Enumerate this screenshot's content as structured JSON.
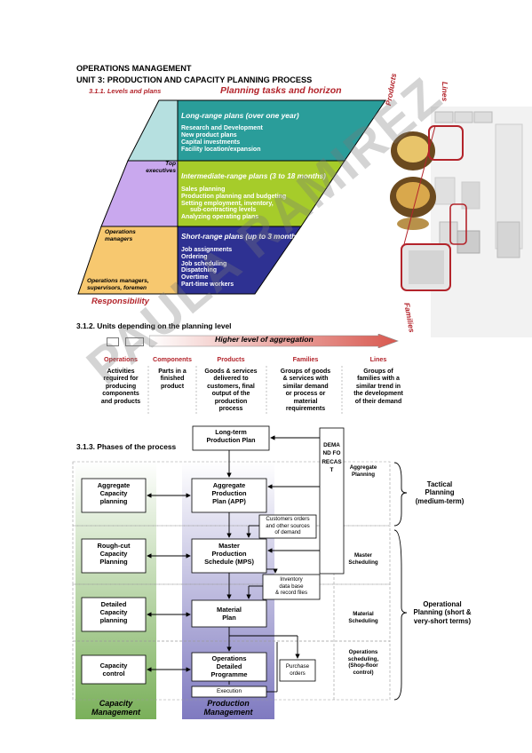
{
  "header": {
    "course": "OPERATIONS MANAGEMENT",
    "unit": "UNIT 3: PRODUCTION AND CAPACITY PLANNING PROCESS"
  },
  "section1": {
    "title": "3.1.1. Levels and plans",
    "horizon_title": "Planning tasks and horizon",
    "responsibility": "Responsibility",
    "levels": [
      {
        "role": [
          "Top",
          "executives"
        ],
        "plan": "Long-range plans (over one year)",
        "tasks": [
          "Research and Development",
          "New product plans",
          "Capital investments",
          "Facility location/expansion"
        ]
      },
      {
        "role": [
          "Operations",
          "managers"
        ],
        "plan": "Intermediate-range plans  (3 to 18 months)",
        "tasks": [
          "Sales planning",
          "Production planning and budgeting",
          "Setting employment, inventory,",
          "sub-contracting levels",
          "Analyzing operating plans"
        ]
      },
      {
        "role": [
          "Operations managers,",
          "supervisors, foremen"
        ],
        "plan": "Short-range plans (up to 3 months)",
        "tasks": [
          "Job assignments",
          "Ordering",
          "Job scheduling",
          "Dispatching",
          "Overtime",
          "Part-time workers"
        ]
      }
    ],
    "photo_labels": {
      "products": "Products",
      "lines": "Lines",
      "families": "Families"
    }
  },
  "section2": {
    "title": "3.1.2. Units depending on the planning level",
    "arrow_label": "Higher level of aggregation",
    "units": [
      {
        "name": "Operations",
        "desc": [
          "Activities",
          "required for",
          "producing",
          "components",
          "and products"
        ]
      },
      {
        "name": "Components",
        "desc": [
          "Parts in a",
          "finished",
          "product"
        ]
      },
      {
        "name": "Products",
        "desc": [
          "Goods & services",
          "delivered to",
          "customers, final",
          "output of the",
          "production",
          "process"
        ]
      },
      {
        "name": "Families",
        "desc": [
          "Groups of goods",
          "& services with",
          "similar demand",
          "or process or",
          "material",
          "requirements"
        ]
      },
      {
        "name": "Lines",
        "desc": [
          "Groups of",
          "families with a",
          "similar trend in",
          "the development",
          "of their demand"
        ]
      }
    ]
  },
  "section3": {
    "title": "3.1.3. Phases of the process",
    "long_term": [
      "Long-term",
      "Production Plan"
    ],
    "demand_forecast": "DEMAND FORECAST",
    "capacity_boxes": [
      [
        "Aggregate",
        "Capacity",
        "planning"
      ],
      [
        "Rough-cut",
        "Capacity",
        "Planning"
      ],
      [
        "Detailed",
        "Capacity",
        "planning"
      ],
      [
        "Capacity",
        "control"
      ]
    ],
    "production_boxes": [
      [
        "Aggregate",
        "Production",
        "Plan (APP)"
      ],
      [
        "Master",
        "Production",
        "Schedule (MPS)"
      ],
      [
        "Material",
        "Plan"
      ],
      [
        "Operations",
        "Detailed",
        "Programme"
      ]
    ],
    "execution": "Execution",
    "customers_orders": [
      "Customers orders",
      "and other sources",
      "of demand"
    ],
    "inventory": [
      "Inventory",
      "data base",
      "& record files"
    ],
    "purchase": [
      "Purchase",
      "orders"
    ],
    "right_labels": [
      [
        "Aggregate",
        "Planning"
      ],
      [
        "Master",
        "Scheduling"
      ],
      [
        "Material",
        "Scheduling"
      ],
      [
        "Operations",
        "scheduling,",
        "(Shop-floor",
        "control)"
      ]
    ],
    "tactical": [
      "Tactical",
      "Planning",
      "(medium-term)"
    ],
    "operational": [
      "Operational",
      "Planning (short &",
      "very-short terms)"
    ],
    "capacity_management": [
      "Capacity",
      "Management"
    ],
    "production_management": [
      "Production",
      "Management"
    ]
  },
  "watermark": "PAULA RAMIREZ",
  "colors": {
    "dark_red": "#b3242b",
    "teal": "#2a9d9a",
    "green_band": "#a6cc2a",
    "navy": "#2e3192",
    "light_teal": "#b6e0e0",
    "lavender": "#c9a8ee",
    "light_orange": "#f7c86f",
    "capacity_green": "#8dbf6a",
    "production_purple": "#8c87c6"
  }
}
